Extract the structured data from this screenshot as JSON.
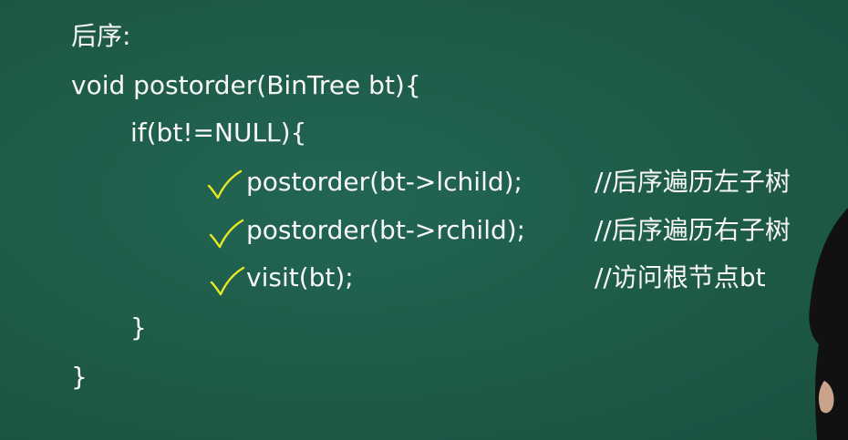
{
  "board": {
    "background": "#1e5a48",
    "text_color": "#f7f7f7",
    "check_color": "#e7e826"
  },
  "code": {
    "title": "后序:",
    "signature": "void postorder(BinTree bt){",
    "if_line": "if(bt!=NULL){",
    "call_left": "postorder(bt->lchild);",
    "comment_left": "//后序遍历左子树",
    "call_right": "postorder(bt->rchild);",
    "comment_right": "//后序遍历右子树",
    "call_visit": "visit(bt);",
    "comment_visit": "//访问根节点bt",
    "close_if": "}",
    "close_func": "}"
  },
  "icons": [
    "checkmark-icon",
    "checkmark-icon",
    "checkmark-icon"
  ]
}
